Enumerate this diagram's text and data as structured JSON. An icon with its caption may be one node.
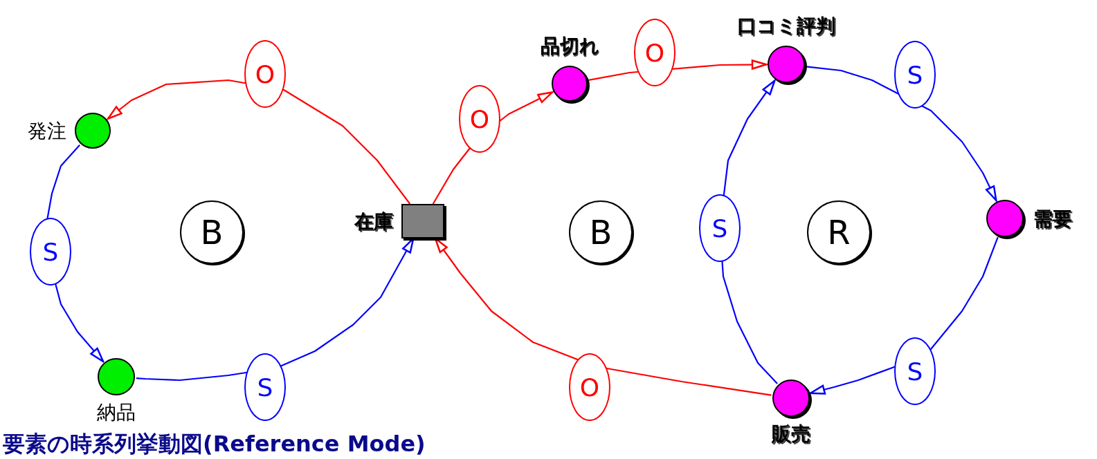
{
  "diagram": {
    "nodes": [
      {
        "text": [
          "発注"
        ]
      },
      {
        "text": [
          "在庫"
        ]
      },
      {
        "text": [
          "品切れ"
        ]
      },
      {
        "text": [
          "口コミ評判"
        ]
      },
      {
        "text": [
          "需要"
        ]
      },
      {
        "text": [
          "販売"
        ]
      },
      {
        "text": [
          "納品"
        ]
      },
      {
        "text": [
          "B"
        ]
      },
      {
        "text": [
          "B"
        ]
      },
      {
        "text": [
          "R"
        ]
      }
    ],
    "edges": [
      {
        "from": 1,
        "to": 0,
        "arrow": "to",
        "label": "O",
        "color": "#ff0000"
      },
      {
        "from": 0,
        "to": 6,
        "arrow": "to",
        "label": "S"
      },
      {
        "from": 6,
        "to": 1,
        "arrow": "to",
        "label": "S"
      },
      {
        "from": 1,
        "to": 2,
        "arrow": "to",
        "label": "O",
        "color": "#ff0000"
      },
      {
        "from": 2,
        "to": 3,
        "arrow": "to",
        "label": "O",
        "color": "#ff0000"
      },
      {
        "from": 3,
        "to": 4,
        "arrow": "to",
        "label": "S"
      },
      {
        "from": 4,
        "to": 5,
        "arrow": "to",
        "label": "S"
      },
      {
        "from": 5,
        "to": 3,
        "arrow": "to",
        "label": "S"
      },
      {
        "from": 5,
        "to": 1,
        "arrow": "to",
        "label": "O",
        "color": "#ff0000"
      }
    ],
    "labels": [
      "要素の時系列挙動図(Reference Mode)"
    ]
  }
}
